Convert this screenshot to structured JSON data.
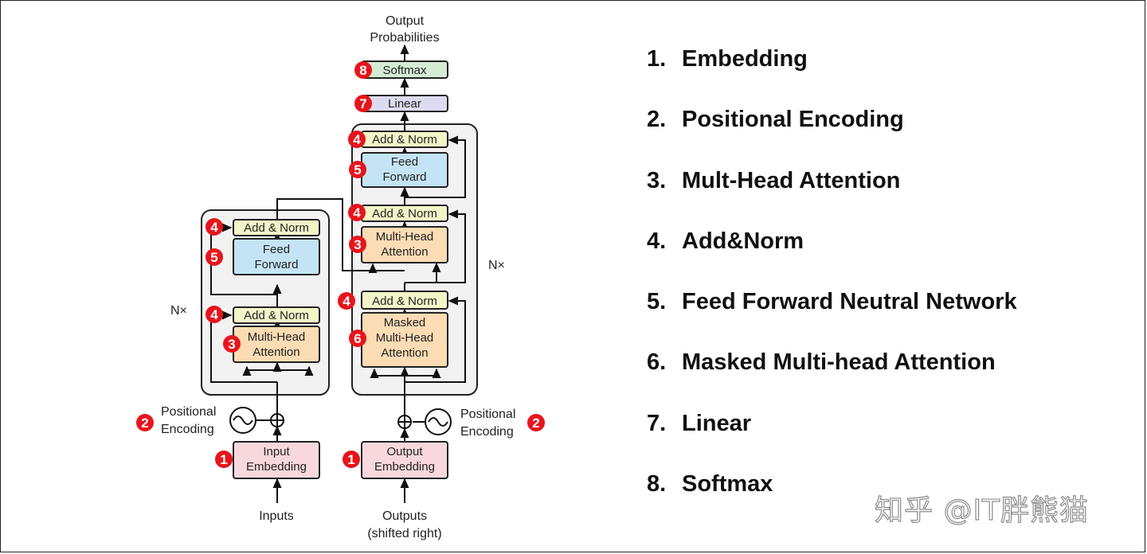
{
  "diagram": {
    "output_label_1": "Output",
    "output_label_2": "Probabilities",
    "softmax": "Softmax",
    "linear": "Linear",
    "add_norm": "Add & Norm",
    "feed": "Feed",
    "forward": "Forward",
    "multi_head": "Multi-Head",
    "attention": "Attention",
    "masked": "Masked",
    "nx": "N×",
    "positional": "Positional",
    "encoding": "Encoding",
    "input": "Input",
    "output": "Output",
    "embedding": "Embedding",
    "inputs": "Inputs",
    "outputs": "Outputs",
    "shifted_right": "(shifted right)",
    "markers": {
      "m1": "1",
      "m2": "2",
      "m3": "3",
      "m4": "4",
      "m5": "5",
      "m6": "6",
      "m7": "7",
      "m8": "8"
    }
  },
  "legend": {
    "items": [
      {
        "num": "1.",
        "text": "Embedding"
      },
      {
        "num": "2.",
        "text": "Positional Encoding"
      },
      {
        "num": "3.",
        "text": "Mult-Head Attention"
      },
      {
        "num": "4.",
        "text": "Add&Norm"
      },
      {
        "num": "5.",
        "text": "Feed Forward Neutral Network"
      },
      {
        "num": "6.",
        "text": "Masked Multi-head Attention"
      },
      {
        "num": "7.",
        "text": "Linear"
      },
      {
        "num": "8.",
        "text": "Softmax"
      }
    ]
  },
  "watermark": "知乎 @IT胖熊猫",
  "colors": {
    "marker": "#e8141c",
    "add_norm": "#f3f4c8",
    "feed_forward": "#c4e4f5",
    "attention": "#fbdcb4",
    "embedding": "#f8d8dc",
    "linear": "#dcdcf0",
    "softmax": "#d4ecd4",
    "stack_bg": "#f2f2f2"
  }
}
